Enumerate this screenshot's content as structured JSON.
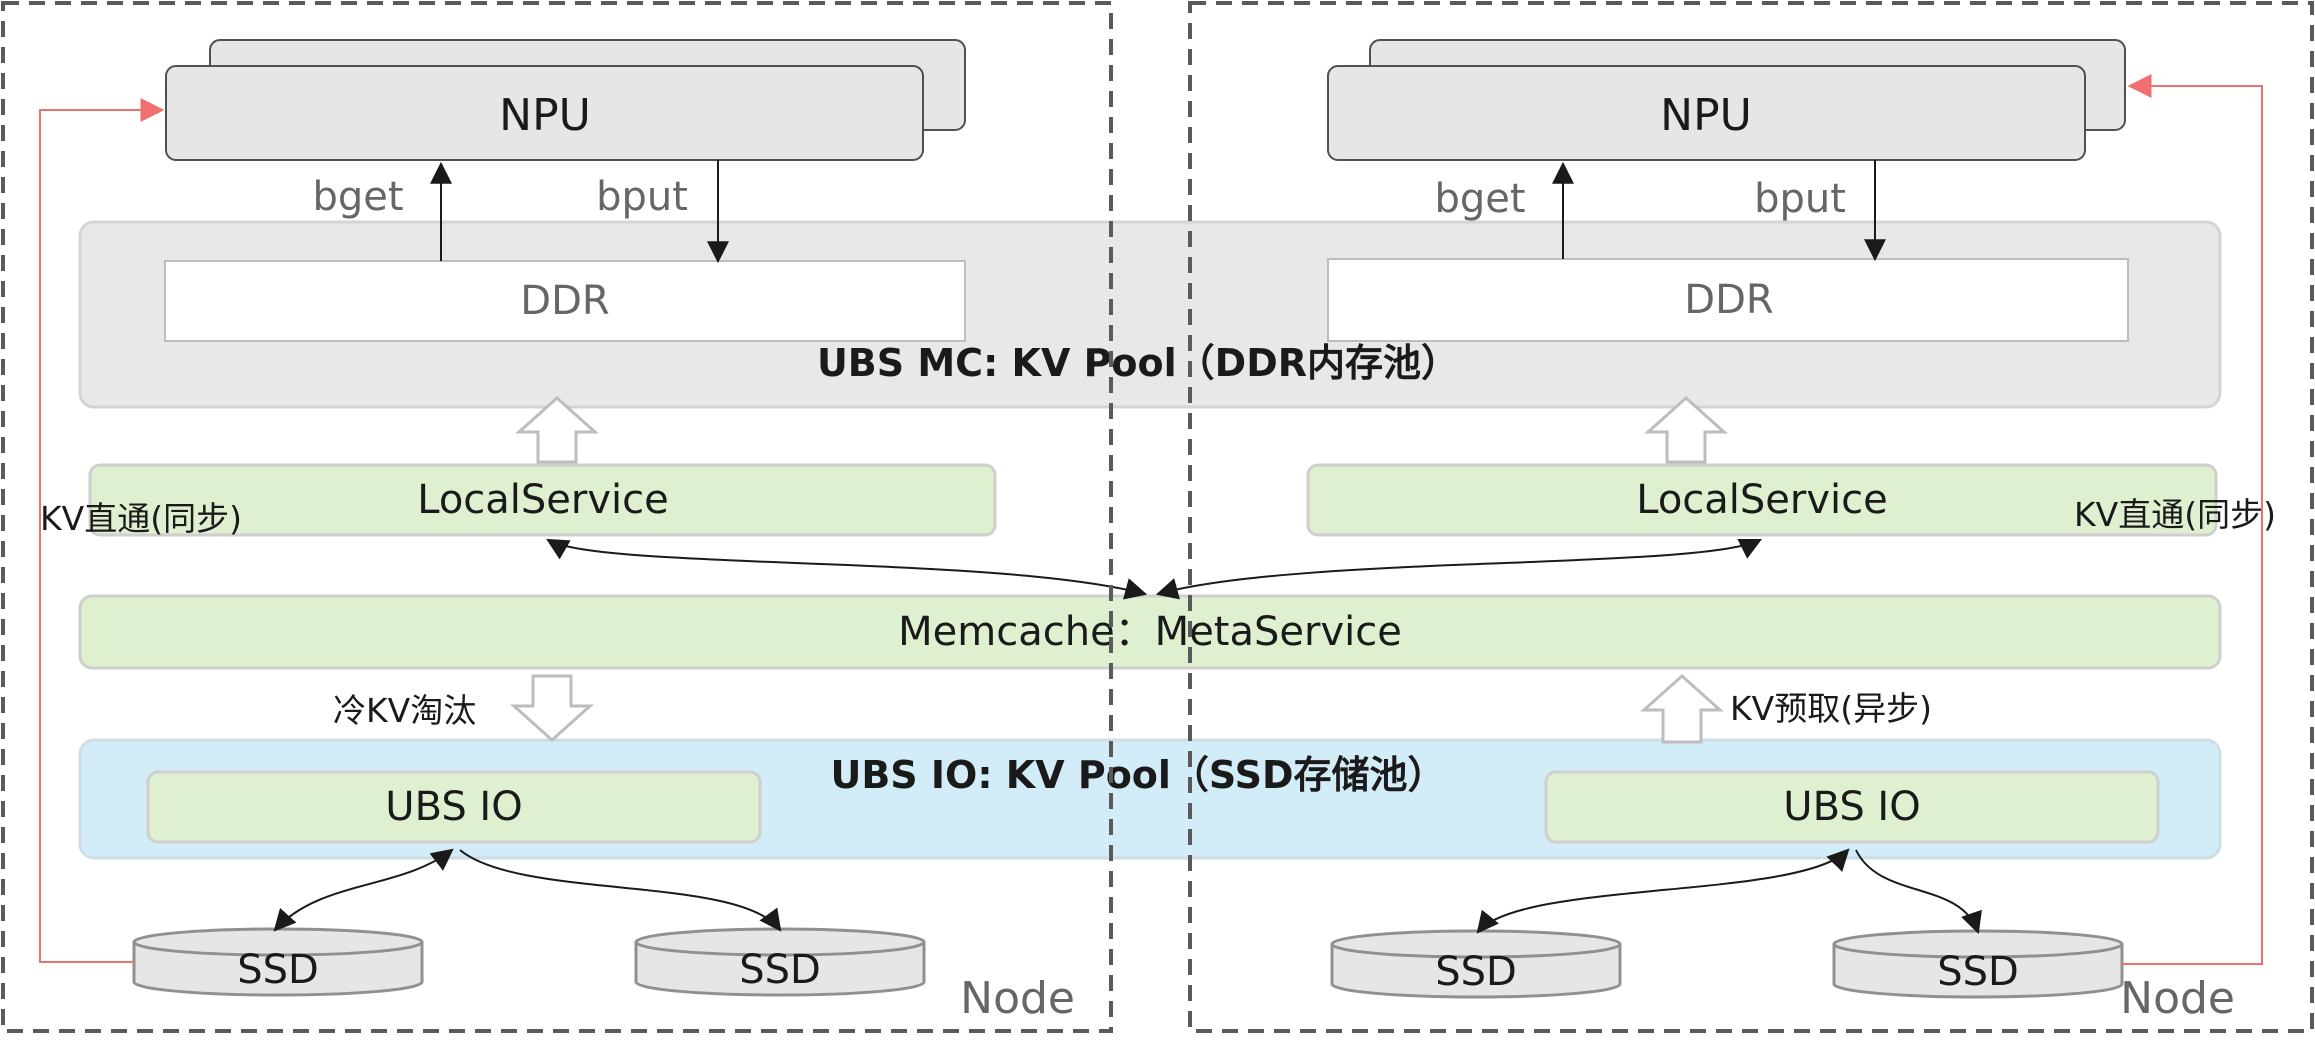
{
  "colors": {
    "box_gray": "#e6e6e6",
    "box_gray_stroke": "#505050",
    "band_gray": "#e8e8e8",
    "band_gray_stroke": "#d4d4d4",
    "green": "#dff0d0",
    "green_stroke": "#cfcfcf",
    "blue": "#d2ecf8",
    "red_line": "#f07070",
    "dashed": "#5a5a5a",
    "text_dark": "#1a1a1a",
    "text_gray": "#666666"
  },
  "left_node": {
    "npu": "NPU",
    "bget": "bget",
    "bput": "bput",
    "ddr": "DDR",
    "local_service": "LocalService",
    "kv_direct": "KV直通(同步)",
    "cold_evict": "冷KV淘汰",
    "ubs_io": "UBS IO",
    "ssd_1": "SSD",
    "ssd_2": "SSD",
    "node": "Node"
  },
  "right_node": {
    "npu": "NPU",
    "bget": "bget",
    "bput": "bput",
    "ddr": "DDR",
    "local_service": "LocalService",
    "kv_direct": "KV直通(同步)",
    "kv_prefetch": "KV预取(异步)",
    "ubs_io": "UBS IO",
    "ssd_1": "SSD",
    "ssd_2": "SSD",
    "node": "Node"
  },
  "shared": {
    "ddr_pool_title": "UBS MC: KV Pool（DDR内存池）",
    "meta_service": "Memcache：MetaService",
    "ssd_pool_title": "UBS IO: KV Pool（SSD存储池）"
  }
}
